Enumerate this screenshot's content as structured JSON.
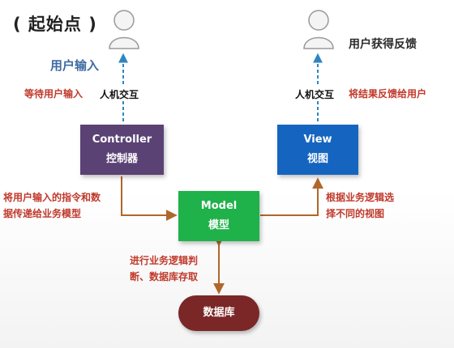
{
  "start_label": "( 起始点 )",
  "user_input_label": "用户输入",
  "feedback_label": "用户获得反馈",
  "left_interaction": "人机交互",
  "right_interaction": "人机交互",
  "wait_input": "等待用户输入",
  "return_feedback": "将结果反馈给用户",
  "controller": {
    "title": "Controller",
    "subtitle": "控制器",
    "color": "#5b4275"
  },
  "view": {
    "title": "View",
    "subtitle": "视图",
    "color": "#1565c0"
  },
  "model": {
    "title": "Model",
    "subtitle": "模型",
    "color": "#1fb14a"
  },
  "database": {
    "label": "数据库",
    "color": "#7b2727"
  },
  "controller_to_model": {
    "line1": "将用户输入的指令和数",
    "line2": "据传递给业务模型"
  },
  "model_to_view": {
    "line1": "根据业务逻辑选",
    "line2": "择不同的视图"
  },
  "model_db": {
    "line1": "进行业务逻辑判",
    "line2": "断、数据库存取"
  },
  "colors": {
    "arrow": "#b0672a",
    "dashed": "#2e86c1",
    "red_text": "#c0392b"
  }
}
